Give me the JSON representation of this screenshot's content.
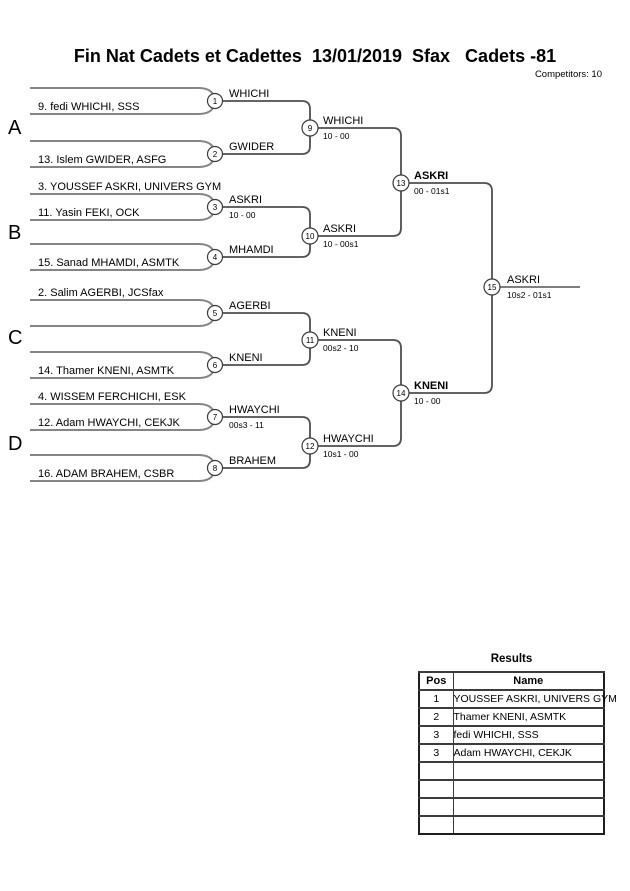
{
  "header": {
    "title": "Fin Nat Cadets et Cadettes  13/01/2019  Sfax   Cadets -81",
    "competitors": "Competitors: 10"
  },
  "groups": {
    "a": "A",
    "b": "B",
    "c": "C",
    "d": "D"
  },
  "round1": [
    {
      "match": "1",
      "top": "",
      "bottom": "9. fedi WHICHI, SSS",
      "winner": "WHICHI",
      "score": ""
    },
    {
      "match": "2",
      "top": "",
      "bottom": "13. Islem GWIDER, ASFG",
      "winner": "GWIDER",
      "score": ""
    },
    {
      "match": "3",
      "top": "3. YOUSSEF ASKRI, UNIVERS GYM",
      "bottom": "11. Yasin FEKI, OCK",
      "winner": "ASKRI",
      "score": "10 - 00"
    },
    {
      "match": "4",
      "top": "",
      "bottom": "15. Sanad MHAMDI, ASMTK",
      "winner": "MHAMDI",
      "score": ""
    },
    {
      "match": "5",
      "top": "2. Salim AGERBI, JCSfax",
      "bottom": "",
      "winner": "AGERBI",
      "score": ""
    },
    {
      "match": "6",
      "top": "",
      "bottom": "14. Thamer KNENI, ASMTK",
      "winner": "KNENI",
      "score": ""
    },
    {
      "match": "7",
      "top": "4. WISSEM FERCHICHI, ESK",
      "bottom": "12. Adam HWAYCHI, CEKJK",
      "winner": "HWAYCHI",
      "score": "00s3 - 11"
    },
    {
      "match": "8",
      "top": "",
      "bottom": "16. ADAM BRAHEM, CSBR",
      "winner": "BRAHEM",
      "score": ""
    }
  ],
  "round2": [
    {
      "match": "9",
      "winner": "WHICHI",
      "score": "10 - 00"
    },
    {
      "match": "10",
      "winner": "ASKRI",
      "score": "10 - 00s1"
    },
    {
      "match": "11",
      "winner": "KNENI",
      "score": "00s2 - 10"
    },
    {
      "match": "12",
      "winner": "HWAYCHI",
      "score": "10s1 - 00"
    }
  ],
  "semifinals": [
    {
      "match": "13",
      "winner": "ASKRI",
      "score": "00 - 01s1"
    },
    {
      "match": "14",
      "winner": "KNENI",
      "score": "10 - 00"
    }
  ],
  "final": {
    "match": "15",
    "winner": "ASKRI",
    "score": "10s2 - 01s1"
  },
  "results": {
    "heading": "Results",
    "columns": {
      "pos": "Pos",
      "name": "Name"
    },
    "rows": [
      {
        "pos": "1",
        "name": "YOUSSEF ASKRI, UNIVERS GYM"
      },
      {
        "pos": "2",
        "name": "Thamer KNENI, ASMTK"
      },
      {
        "pos": "3",
        "name": "fedi WHICHI, SSS"
      },
      {
        "pos": "3",
        "name": "Adam HWAYCHI, CEKJK"
      },
      {
        "pos": "",
        "name": ""
      },
      {
        "pos": "",
        "name": ""
      },
      {
        "pos": "",
        "name": ""
      },
      {
        "pos": "",
        "name": ""
      }
    ]
  }
}
